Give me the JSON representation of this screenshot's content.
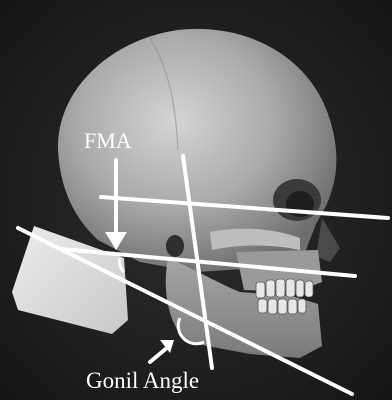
{
  "image": {
    "subject": "skull-profile-cephalometric-overlay",
    "line_color": "#ffffff",
    "background_color": "#1c1c1c",
    "skull_color": "#a3a3a3",
    "block_color": "#e0e0e0"
  },
  "annotations": {
    "fma_label": "FMA",
    "gonial_label": "Gonil Angle"
  }
}
